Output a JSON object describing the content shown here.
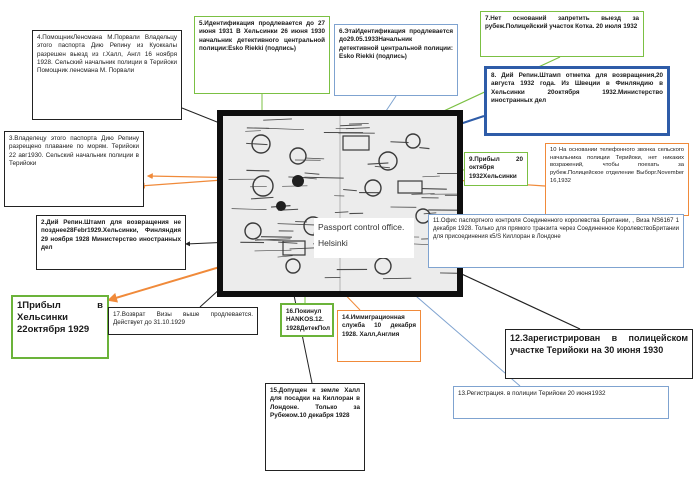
{
  "colors": {
    "black": "#222222",
    "green": "#7bc043",
    "blue": "#7fa3d0",
    "orange": "#f08a3a",
    "dark_blue": "#2e5ca8"
  },
  "document": {
    "label": "Passport control office. Helsinki"
  },
  "notes": {
    "n1": "1Прибыл в Хельсинки 22октября 1929",
    "n2": "2.Дий Репин.Штамп для возвращения не позднее28Febr1929.Хельсинки, Финляндия 29 ноября 1928 Министерство иностранных дел",
    "n3": "3.Владелецу этого паспорта Дию Репину разрещено плавание по морям. Терийоки 22 авг1930. Сельский начальник полиции в Терийоки",
    "n4": "4.ПомощникЛенсмана М.Порвали Владельцу этого паспорта Дию Репину из Куоккалы разрешен выезд из г.Халл, Англ 16 ноября 1928. Сельский начальник полиции в Терийоки Помощник ленсмана М. Порвали",
    "n5": "5.Идентификация продлевается до 27 июня 1931 В Хельсинки 26 июня 1930 начальник детективного центральной полиции:Esko Riekki (подпись)",
    "n6": "6.ЭтаИдентификация продлевается до29.05.1933Начальник детективной центральной полиции: Esko Riekki (подпись)",
    "n7": "7.Нет оснований запретить выезд за рубеж.Полицейский участок Котка. 20 июля 1932",
    "n8": "8. Дий Репин.Штамп отметка для возвращения,20 августа 1932 года. Из Швеции в Финляндию в Хельсинки 20октября 1932.Министерство иностранных дел",
    "n9": "9.Прибыл 20 октября 1932Хельсинки",
    "n10": "10 На основании телефонного звонка сельского начальника полиции Терийоки, нет никаких возражений, чтобы поехать за рубеж.Полицейское отделение Выборг.November 16,1932",
    "n11": "11.Офис паспортного контроля Соединенного королевства Британии, , Виза NS6167 1 декабря 1928. Только для прямого транзита через Соединенное КоролевствоБритании для присоединения к5/S Киллоран в Лондоне",
    "n12": "12.Зарегистрирован в полицейском участке Терийоки на 30 июня 1930",
    "n13": "13.Регистрация. в полиции Терийоки 20 июня1932",
    "n14": "14.Иммиграционная служба 10 декабря 1928. Халл,Англия",
    "n15": "15.Допущен к земле Халл для посадки на Киллоран в Лондоне. Только за Рубежом.10 декабря 1928",
    "n16": "16.Покинул HANKOS.12. 1928ДетекПол",
    "n17": "17.Возврат Визы выше продлевается. Действует до 31.10.1929"
  }
}
